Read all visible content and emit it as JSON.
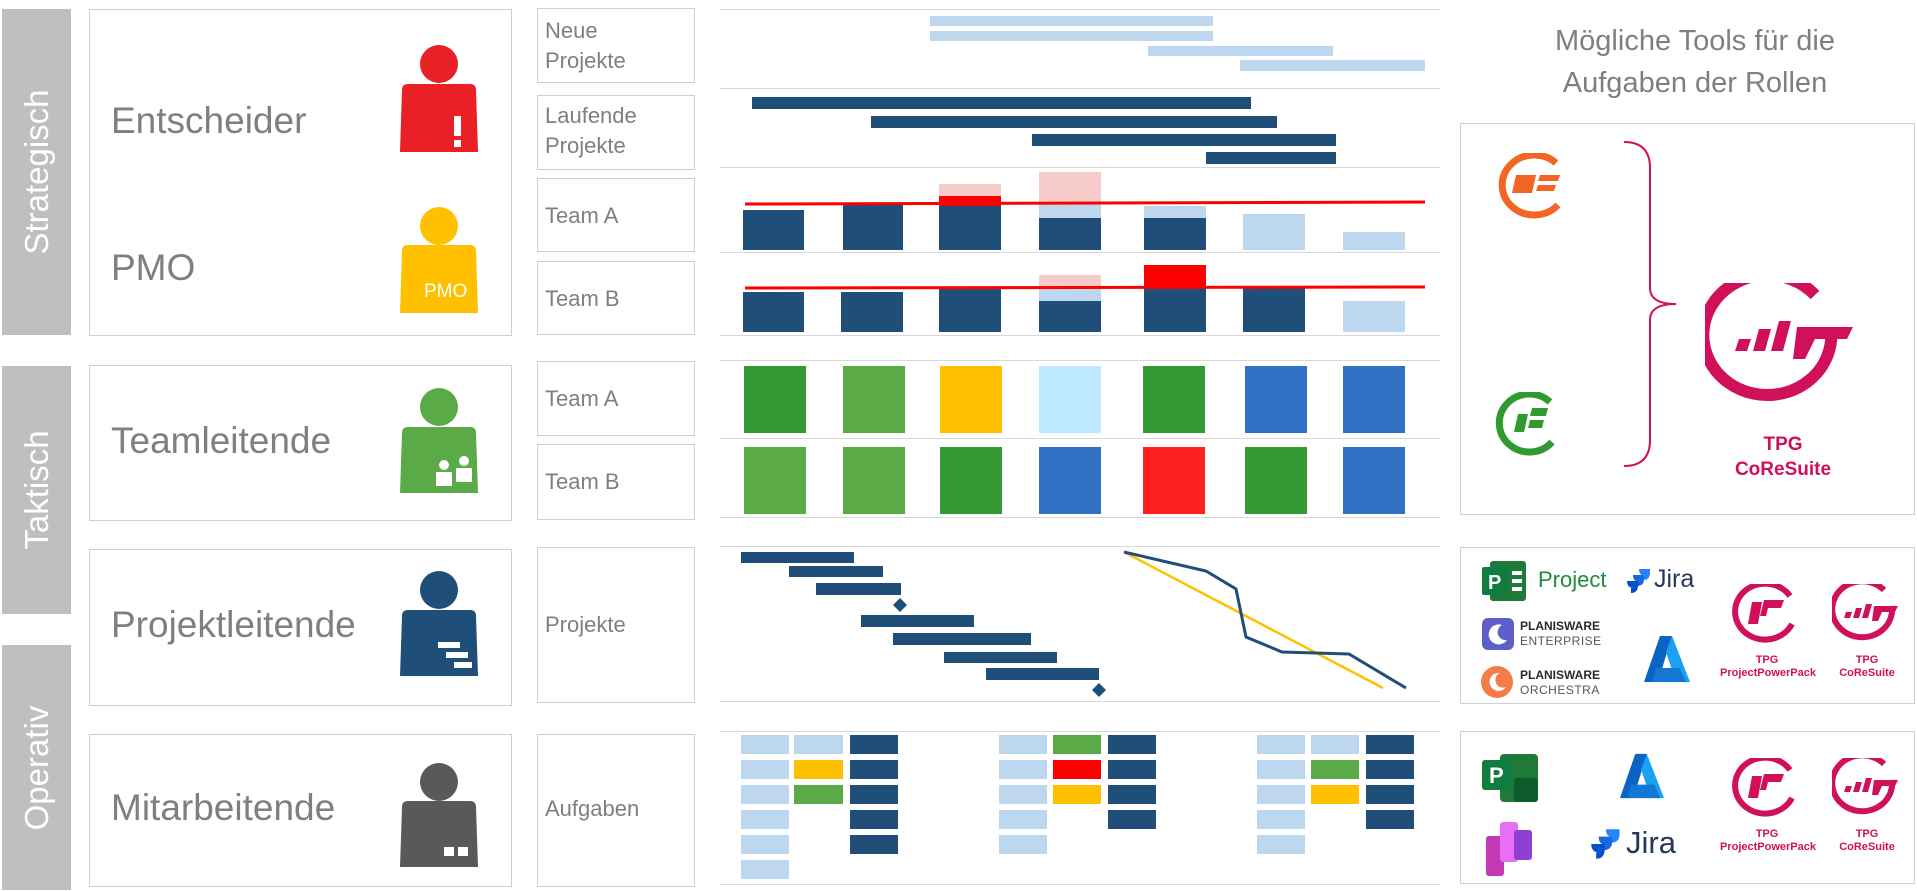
{
  "bands": [
    {
      "label": "Strategisch"
    },
    {
      "label": "Taktisch"
    },
    {
      "label": "Operativ"
    }
  ],
  "roles": {
    "entscheider": {
      "label": "Entscheider",
      "color": "#e92126",
      "icon": "person-alert-icon"
    },
    "pmo": {
      "label": "PMO",
      "color": "#ffc000",
      "icon": "person-pmo-icon",
      "badge": "PMO"
    },
    "teamleitende": {
      "label": "Teamleitende",
      "color": "#5aab47",
      "icon": "person-team-icon"
    },
    "projektleitende": {
      "label": "Projektleitende",
      "color": "#1f4e79",
      "icon": "person-gantt-icon"
    },
    "mitarbeitende": {
      "label": "Mitarbeitende",
      "color": "#595959",
      "icon": "person-tasks-icon"
    }
  },
  "rows": {
    "neue": "Neue Projekte",
    "laufende": "Laufende Projekte",
    "teamA1": "Team A",
    "teamB1": "Team B",
    "teamA2": "Team A",
    "teamB2": "Team B",
    "projekte": "Projekte",
    "aufgaben": "Aufgaben"
  },
  "tools": {
    "title_line1": "Mögliche Tools für die",
    "title_line2": "Aufgaben der Rollen",
    "coresuite_line1": "TPG",
    "coresuite_line2": "CoReSuite",
    "ms_project": "Project",
    "jira": "Jira",
    "planisware_ent_1": "PLANISWARE",
    "planisware_ent_2": "ENTERPRISE",
    "planisware_orc_1": "PLANISWARE",
    "planisware_orc_2": "ORCHESTRA",
    "tpg": "TPG",
    "projectpowerpack": "ProjectPowerPack",
    "coresuite": "CoReSuite"
  },
  "colors": {
    "dark_blue": "#1f4e79",
    "light_blue": "#bdd7ee",
    "red": "#ff0000",
    "pink": "#f8cbcb",
    "green_dark": "#339933",
    "green_light": "#5aab47",
    "yellow": "#ffc000",
    "sky": "#bde9ff",
    "blue": "#3071c4",
    "brand": "#d0105a"
  }
}
